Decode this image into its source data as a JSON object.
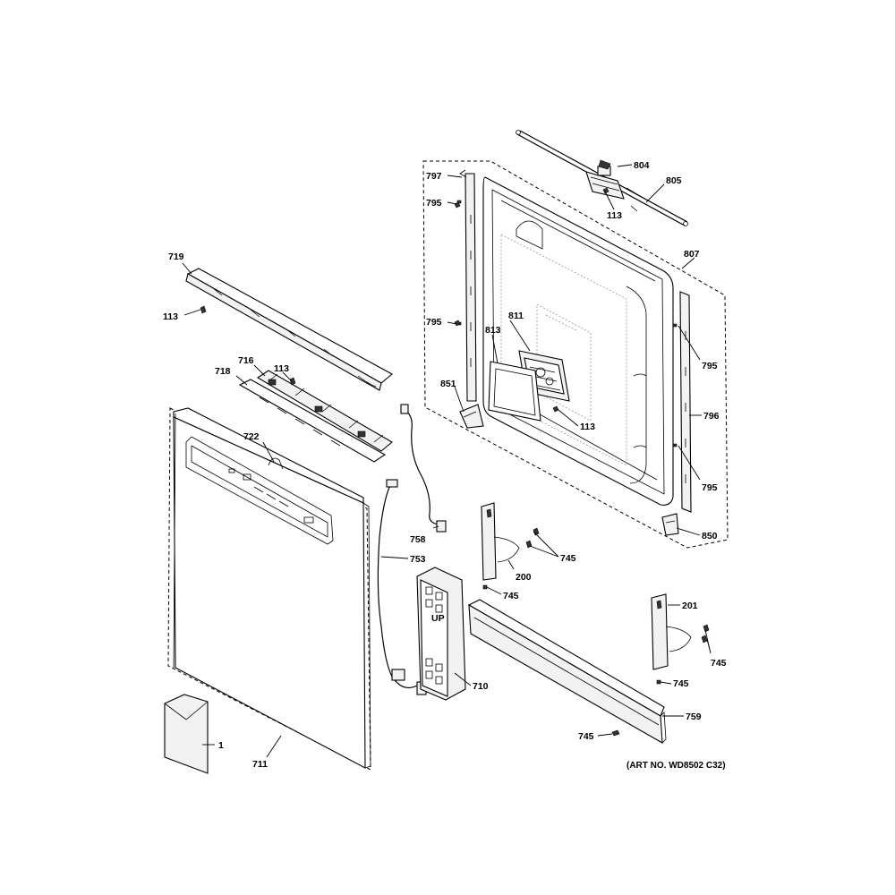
{
  "callouts": [
    {
      "id": "c804",
      "text": "804"
    },
    {
      "id": "c805",
      "text": "805"
    },
    {
      "id": "c113a",
      "text": "113"
    },
    {
      "id": "c797",
      "text": "797"
    },
    {
      "id": "c795a",
      "text": "795"
    },
    {
      "id": "c807",
      "text": "807"
    },
    {
      "id": "c719",
      "text": "719"
    },
    {
      "id": "c113b",
      "text": "113"
    },
    {
      "id": "c795b",
      "text": "795"
    },
    {
      "id": "c811",
      "text": "811"
    },
    {
      "id": "c813",
      "text": "813"
    },
    {
      "id": "c795c",
      "text": "795"
    },
    {
      "id": "c716",
      "text": "716"
    },
    {
      "id": "c718",
      "text": "718"
    },
    {
      "id": "c113c",
      "text": "113"
    },
    {
      "id": "c851",
      "text": "851"
    },
    {
      "id": "c113d",
      "text": "113"
    },
    {
      "id": "c796",
      "text": "796"
    },
    {
      "id": "c722",
      "text": "722"
    },
    {
      "id": "c795d",
      "text": "795"
    },
    {
      "id": "c758",
      "text": "758"
    },
    {
      "id": "c850",
      "text": "850"
    },
    {
      "id": "c745a",
      "text": "745"
    },
    {
      "id": "c753",
      "text": "753"
    },
    {
      "id": "c200",
      "text": "200"
    },
    {
      "id": "c745b",
      "text": "745"
    },
    {
      "id": "c201",
      "text": "201"
    },
    {
      "id": "c745c",
      "text": "745"
    },
    {
      "id": "c710",
      "text": "710"
    },
    {
      "id": "c745d",
      "text": "745"
    },
    {
      "id": "c759",
      "text": "759"
    },
    {
      "id": "c745e",
      "text": "745"
    },
    {
      "id": "c1",
      "text": "1"
    },
    {
      "id": "c711",
      "text": "711"
    }
  ],
  "art_number": "(ART NO. WD8502 C32)",
  "tank_label": "UP"
}
